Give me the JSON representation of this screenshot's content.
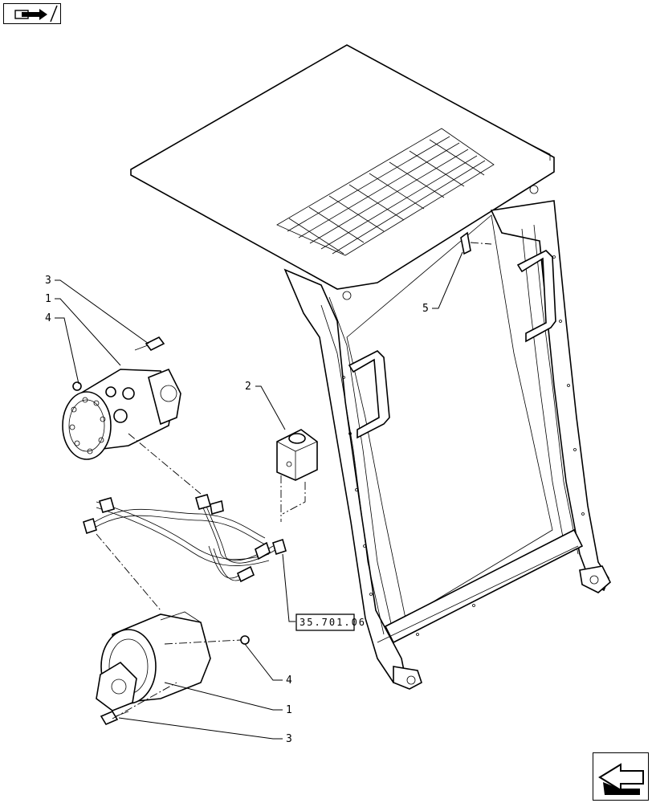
{
  "navigation": {
    "prev_icon": "previous-page-icon",
    "next_icon": "next-page-icon"
  },
  "callouts": {
    "c3_top": "3",
    "c1_top": "1",
    "c4_top": "4",
    "c2": "2",
    "c5": "5",
    "c4_bottom": "4",
    "c1_bottom": "1",
    "c3_bottom": "3"
  },
  "reference": {
    "label": "35.701.06"
  }
}
